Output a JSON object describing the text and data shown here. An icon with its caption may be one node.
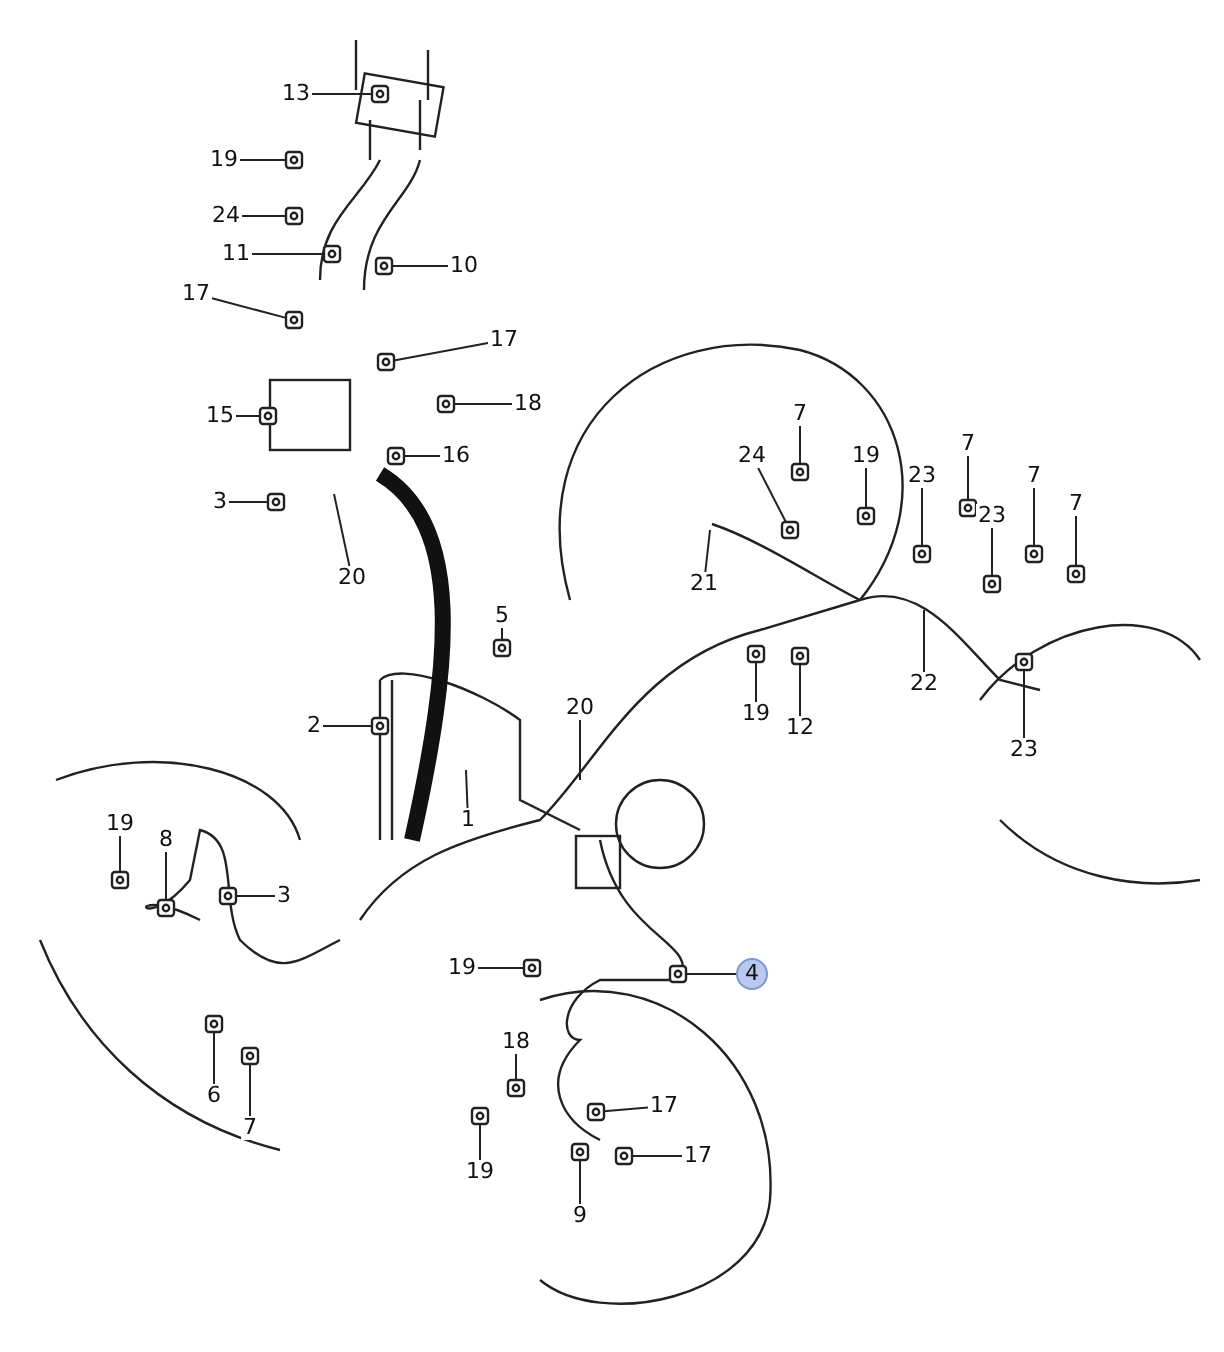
{
  "diagram": {
    "nodes": [
      {
        "text": [
          "13"
        ]
      },
      {
        "text": [
          "19"
        ]
      },
      {
        "text": [
          "24"
        ]
      },
      {
        "text": [
          "11"
        ]
      },
      {
        "text": [
          "10"
        ]
      },
      {
        "text": [
          "17"
        ]
      },
      {
        "text": [
          "17"
        ]
      },
      {
        "text": [
          "15"
        ]
      },
      {
        "text": [
          "18"
        ]
      },
      {
        "text": [
          "16"
        ]
      },
      {
        "text": [
          "3"
        ]
      },
      {
        "text": [
          "20"
        ]
      },
      {
        "text": [
          "7"
        ]
      },
      {
        "text": [
          "24"
        ]
      },
      {
        "text": [
          "19"
        ]
      },
      {
        "text": [
          "7"
        ]
      },
      {
        "text": [
          "23"
        ]
      },
      {
        "text": [
          "7"
        ]
      },
      {
        "text": [
          "23"
        ]
      },
      {
        "text": [
          "7"
        ]
      },
      {
        "text": [
          "5"
        ]
      },
      {
        "text": [
          "21"
        ]
      },
      {
        "text": [
          "2"
        ]
      },
      {
        "text": [
          "20"
        ]
      },
      {
        "text": [
          "19"
        ]
      },
      {
        "text": [
          "12"
        ]
      },
      {
        "text": [
          "22"
        ]
      },
      {
        "text": [
          "23"
        ]
      },
      {
        "text": [
          "1"
        ]
      },
      {
        "text": [
          "19"
        ]
      },
      {
        "text": [
          "8"
        ]
      },
      {
        "text": [
          "3"
        ]
      },
      {
        "text": [
          "19"
        ]
      },
      {
        "text": [
          "4"
        ]
      },
      {
        "text": [
          "6"
        ]
      },
      {
        "text": [
          "18"
        ]
      },
      {
        "text": [
          "7"
        ]
      },
      {
        "text": [
          "17"
        ]
      },
      {
        "text": [
          "17"
        ]
      },
      {
        "text": [
          "19"
        ]
      },
      {
        "text": [
          "9"
        ]
      },
      {
        "text": [],
        "shape": "picture"
      },
      {
        "text": [],
        "shape": "picture"
      },
      {
        "text": [],
        "shape": "picture"
      },
      {
        "text": [],
        "shape": "picture"
      },
      {
        "text": [],
        "shape": "picture"
      },
      {
        "text": [],
        "shape": "picture"
      },
      {
        "text": [],
        "shape": "picture"
      },
      {
        "text": [],
        "shape": "picture"
      },
      {
        "text": [],
        "shape": "picture"
      },
      {
        "text": [],
        "shape": "picture"
      },
      {
        "text": [],
        "shape": "picture"
      },
      {
        "text": [],
        "shape": "picture"
      },
      {
        "text": [],
        "shape": "picture"
      },
      {
        "text": [],
        "shape": "picture"
      },
      {
        "text": [],
        "shape": "picture"
      },
      {
        "text": [],
        "shape": "picture"
      },
      {
        "text": [],
        "shape": "picture"
      },
      {
        "text": [],
        "shape": "picture"
      },
      {
        "text": [],
        "shape": "picture"
      },
      {
        "text": [],
        "shape": "picture"
      },
      {
        "text": [],
        "shape": "picture"
      },
      {
        "text": [],
        "shape": "picture"
      },
      {
        "text": [],
        "shape": "picture"
      },
      {
        "text": [],
        "shape": "picture"
      },
      {
        "text": [],
        "shape": "picture"
      },
      {
        "text": [],
        "shape": "picture"
      },
      {
        "text": [],
        "shape": "picture"
      },
      {
        "text": [],
        "shape": "picture"
      },
      {
        "text": [],
        "shape": "picture"
      },
      {
        "text": [],
        "shape": "picture"
      },
      {
        "text": [],
        "shape": "picture"
      },
      {
        "text": [],
        "shape": "picture"
      },
      {
        "text": [],
        "shape": "picture"
      },
      {
        "text": [],
        "shape": "picture"
      },
      {
        "text": [],
        "shape": "picture"
      },
      {
        "text": [],
        "shape": "picture"
      }
    ],
    "edges": [
      {
        "from": 0,
        "to": 41,
        "arrow": "none"
      },
      {
        "from": 1,
        "to": 42,
        "arrow": "none"
      },
      {
        "from": 2,
        "to": 43,
        "arrow": "none"
      },
      {
        "from": 3,
        "to": 44,
        "arrow": "none"
      },
      {
        "from": 4,
        "to": 45,
        "arrow": "none"
      },
      {
        "from": 5,
        "to": 46,
        "arrow": "none"
      },
      {
        "from": 6,
        "to": 47,
        "arrow": "none"
      },
      {
        "from": 7,
        "to": 48,
        "arrow": "none"
      },
      {
        "from": 8,
        "to": 49,
        "arrow": "none"
      },
      {
        "from": 9,
        "to": 50,
        "arrow": "none"
      },
      {
        "from": 10,
        "to": 51,
        "arrow": "none"
      },
      {
        "from": 11,
        "to": null,
        "arrow": "none"
      },
      {
        "from": 12,
        "to": 52,
        "arrow": "none"
      },
      {
        "from": 13,
        "to": 53,
        "arrow": "none"
      },
      {
        "from": 14,
        "to": 54,
        "arrow": "none"
      },
      {
        "from": 15,
        "to": 55,
        "arrow": "none"
      },
      {
        "from": 16,
        "to": 56,
        "arrow": "none"
      },
      {
        "from": 17,
        "to": 57,
        "arrow": "none"
      },
      {
        "from": 18,
        "to": 58,
        "arrow": "none"
      },
      {
        "from": 19,
        "to": 59,
        "arrow": "none"
      },
      {
        "from": 20,
        "to": 60,
        "arrow": "none"
      },
      {
        "from": 21,
        "to": null,
        "arrow": "none"
      },
      {
        "from": 22,
        "to": 61,
        "arrow": "none"
      },
      {
        "from": 23,
        "to": null,
        "arrow": "none"
      },
      {
        "from": 24,
        "to": 62,
        "arrow": "none"
      },
      {
        "from": 25,
        "to": 63,
        "arrow": "none"
      },
      {
        "from": 26,
        "to": null,
        "arrow": "none"
      },
      {
        "from": 27,
        "to": 64,
        "arrow": "none"
      },
      {
        "from": 28,
        "to": null,
        "arrow": "none"
      },
      {
        "from": 29,
        "to": 65,
        "arrow": "none"
      },
      {
        "from": 30,
        "to": 66,
        "arrow": "none"
      },
      {
        "from": 31,
        "to": 67,
        "arrow": "none"
      },
      {
        "from": 32,
        "to": 68,
        "arrow": "none"
      },
      {
        "from": 33,
        "to": 69,
        "arrow": "none"
      },
      {
        "from": 34,
        "to": 70,
        "arrow": "none"
      },
      {
        "from": 35,
        "to": 71,
        "arrow": "none"
      },
      {
        "from": 36,
        "to": 72,
        "arrow": "none"
      },
      {
        "from": 37,
        "to": 73,
        "arrow": "none"
      },
      {
        "from": 38,
        "to": 74,
        "arrow": "none"
      },
      {
        "from": 39,
        "to": 75,
        "arrow": "none"
      },
      {
        "from": 40,
        "to": 76,
        "arrow": "none"
      }
    ]
  }
}
